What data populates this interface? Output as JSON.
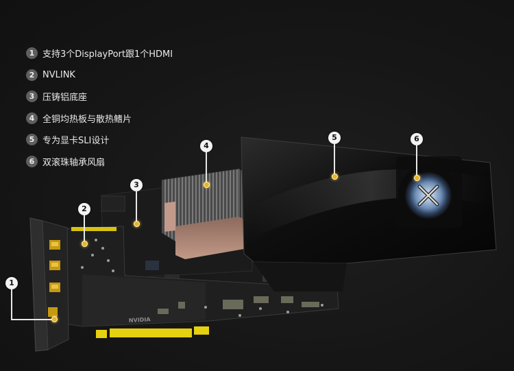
{
  "legend": {
    "items": [
      {
        "num": "1",
        "text": "支持3个DisplayPort跟1个HDMI"
      },
      {
        "num": "2",
        "text": "NVLINK"
      },
      {
        "num": "3",
        "text": "压铸铝底座"
      },
      {
        "num": "4",
        "text": "全铜均热板与散热鳍片"
      },
      {
        "num": "5",
        "text": "专为显卡SLI设计"
      },
      {
        "num": "6",
        "text": "双滚珠轴承风扇"
      }
    ]
  },
  "callouts": [
    {
      "label": "1"
    },
    {
      "label": "2"
    },
    {
      "label": "3"
    },
    {
      "label": "4"
    },
    {
      "label": "5"
    },
    {
      "label": "6"
    }
  ],
  "colors": {
    "background": "#151515",
    "hotspot": "#e8b524",
    "connector_gold": "#e5d10f",
    "heatsink_copper": "#b08470"
  },
  "brand_mark": "NVIDIA"
}
